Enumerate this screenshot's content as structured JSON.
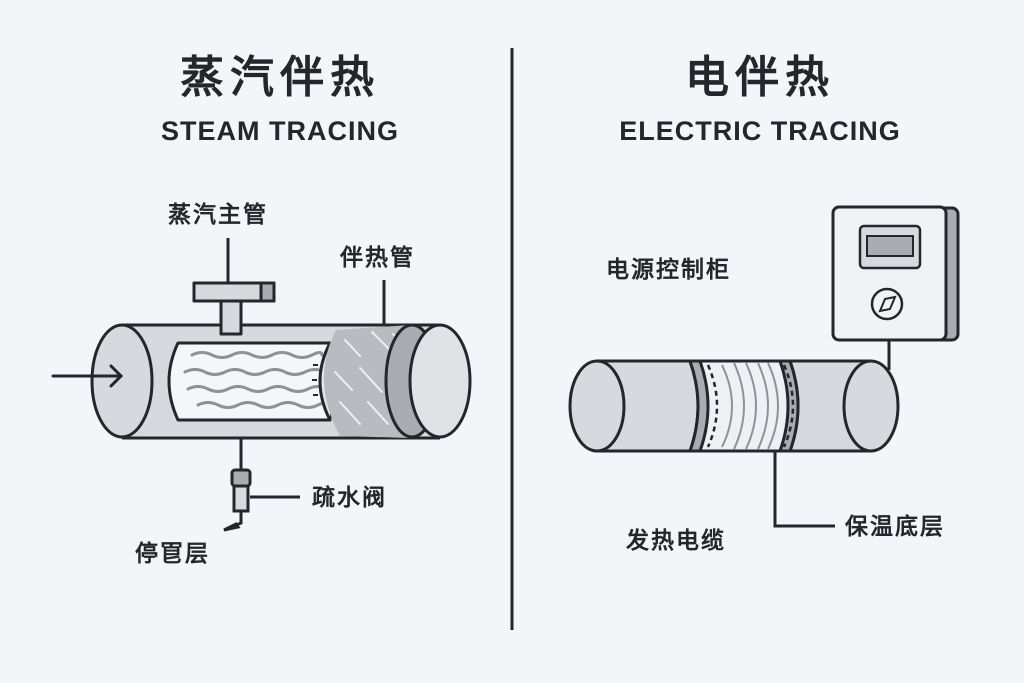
{
  "steam": {
    "title_cn": "蒸汽伴热",
    "title_en": "STEAM TRACING",
    "labels": {
      "main_pipe": "蒸汽主管",
      "tracer_pipe": "伴热管",
      "trap": "疏水阀",
      "bottom": "停冟层"
    }
  },
  "electric": {
    "title_cn": "电伴热",
    "title_en": "ELECTRIC TRACING",
    "labels": {
      "control_cabinet": "电源控制柜",
      "heating_cable": "发热电缆",
      "insulation": "保温底层"
    }
  },
  "colors": {
    "background": "#f3f6f9",
    "outline": "#23272b",
    "pipe_fill": "#d6dade",
    "pipe_dark": "#b3b7bc",
    "inner_fill": "#f4f6f8",
    "wave": "#8e9296"
  }
}
